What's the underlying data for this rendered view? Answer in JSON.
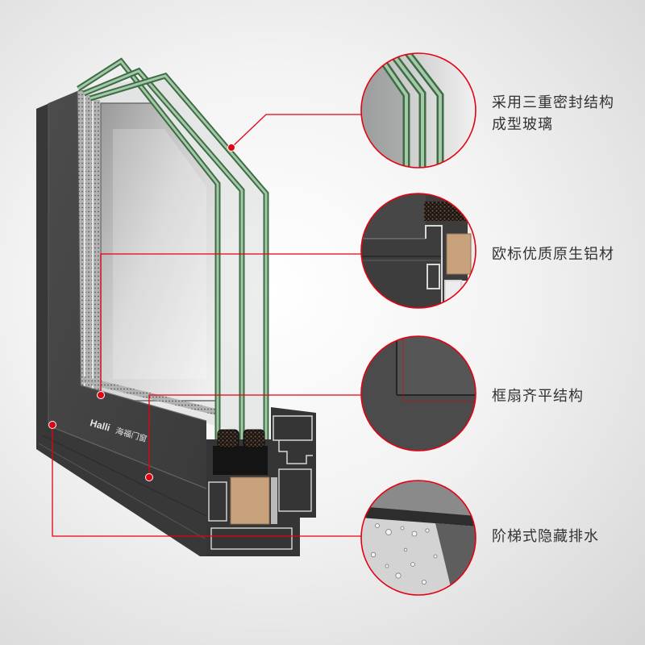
{
  "callouts": [
    {
      "lines": [
        "采用三重密封结构",
        "成型玻璃"
      ]
    },
    {
      "lines": [
        "欧标优质原生铝材"
      ]
    },
    {
      "lines": [
        "框扇齐平结构"
      ]
    },
    {
      "lines": [
        "阶梯式隐藏排水"
      ]
    }
  ],
  "logo": {
    "latin": "Halli",
    "chinese": "海福门窗"
  },
  "colors": {
    "accent_red": "#e60012",
    "label_text": "#333333",
    "frame_gray": "#404040",
    "glass_edge_green": "#5e8d64",
    "insulation_tan": "#c8a27c"
  }
}
